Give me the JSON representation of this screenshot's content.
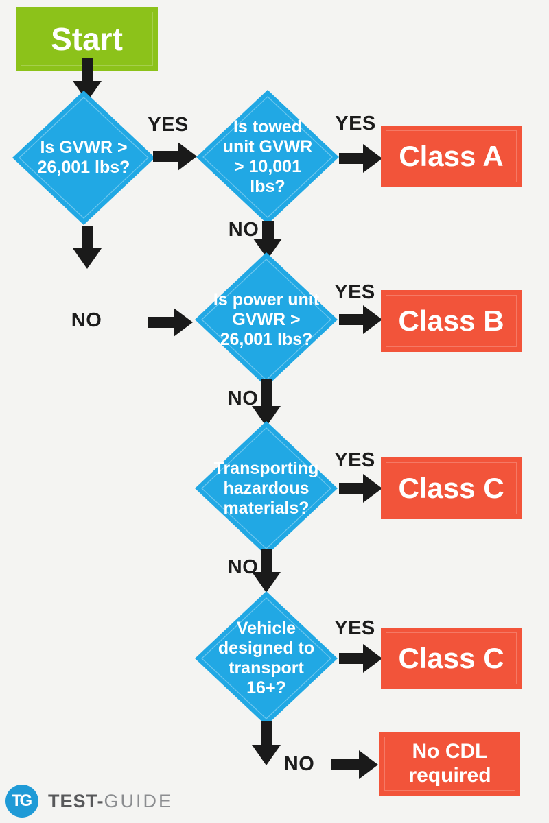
{
  "colors": {
    "background": "#f4f4f2",
    "green": "#8cc21a",
    "blue": "#21a8e4",
    "red": "#f2543a",
    "arrow": "#1a1a1a",
    "label": "#1c1c1c",
    "logo_blue": "#1f9ad6",
    "logo_text_dark": "#57585a",
    "logo_text_light": "#8b8d90"
  },
  "start": {
    "label": "Start"
  },
  "decisions": [
    {
      "id": "gvwr",
      "text": "Is GVWR >\n26,001 lbs?"
    },
    {
      "id": "towed-unit",
      "text": "Is towed\nunit GVWR\n> 10,001\nlbs?"
    },
    {
      "id": "power-unit",
      "text": "Is power unit\nGVWR >\n26,001 lbs?"
    },
    {
      "id": "hazmat",
      "text": "Transporting\nhazardous\nmaterials?"
    },
    {
      "id": "passengers",
      "text": "Vehicle\ndesigned to\ntransport\n16+?"
    }
  ],
  "results": [
    {
      "id": "class-a",
      "label": "Class A"
    },
    {
      "id": "class-b",
      "label": "Class B"
    },
    {
      "id": "class-c1",
      "label": "Class C"
    },
    {
      "id": "class-c2",
      "label": "Class C"
    },
    {
      "id": "no-cdl",
      "label": "No CDL\nrequired"
    }
  ],
  "labels": {
    "yes": "YES",
    "no": "NO"
  },
  "logo": {
    "monogram": "TG",
    "brand_bold": "TEST",
    "brand_sep": "-",
    "brand_light": "GUIDE"
  }
}
